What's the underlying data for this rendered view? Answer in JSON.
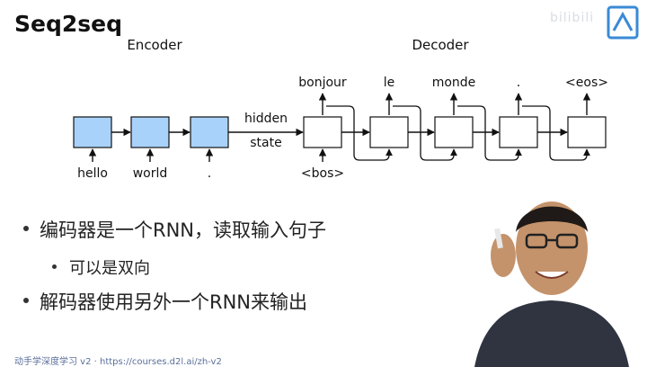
{
  "slide": {
    "title": "Seq2seq",
    "watermark": "bilibili"
  },
  "diagram": {
    "encoder_label": "Encoder",
    "decoder_label": "Decoder",
    "encoder_inputs": [
      "hello",
      "world",
      "."
    ],
    "hidden_label_top": "hidden",
    "hidden_label_bottom": "state",
    "decoder_start": "<bos>",
    "decoder_outputs": [
      "bonjour",
      "le",
      "monde",
      ".",
      "<eos>"
    ],
    "encoder_cell_color": "#a9d2fb",
    "decoder_cell_color": "#ffffff"
  },
  "bullets": {
    "b1": "编码器是一个RNN，读取输入句子",
    "b2": "可以是双向",
    "b3": "解码器使用另外一个RNN来输出"
  },
  "footer": {
    "text": "动手学深度学习 v2 · https://courses.d2l.ai/zh-v2"
  }
}
